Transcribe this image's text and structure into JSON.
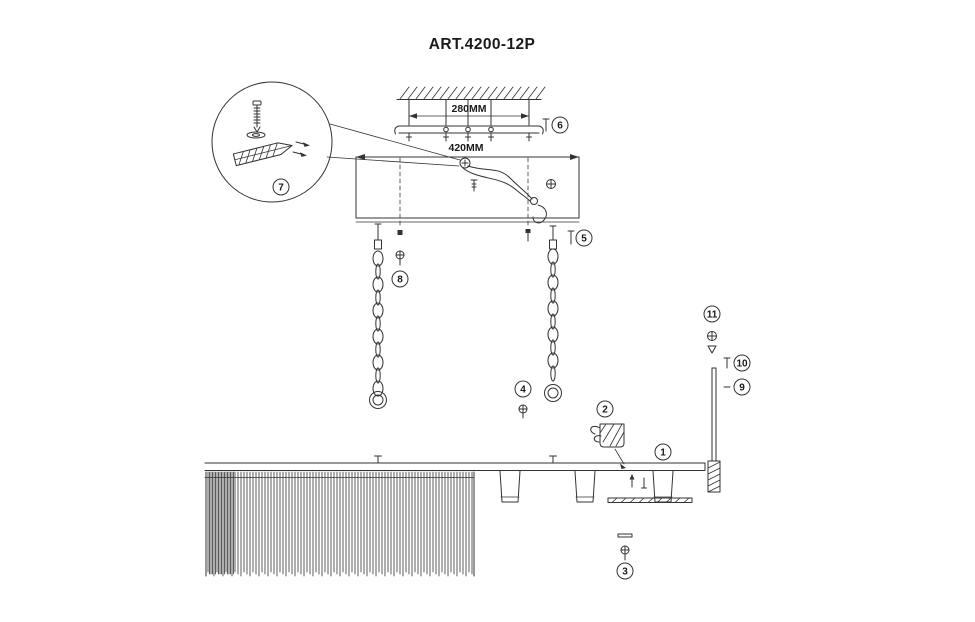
{
  "title": "ART.4200-12P",
  "dimensions": {
    "bracket": "280MM",
    "canopy": "420MM"
  },
  "callouts": {
    "c1": "1",
    "c2": "2",
    "c3": "3",
    "c4": "4",
    "c5": "5",
    "c6": "6",
    "c7": "7",
    "c8": "8",
    "c9": "9",
    "c10": "10",
    "c11": "11"
  },
  "colors": {
    "line": "#333333",
    "text": "#1a1a1a",
    "background": "#ffffff"
  }
}
